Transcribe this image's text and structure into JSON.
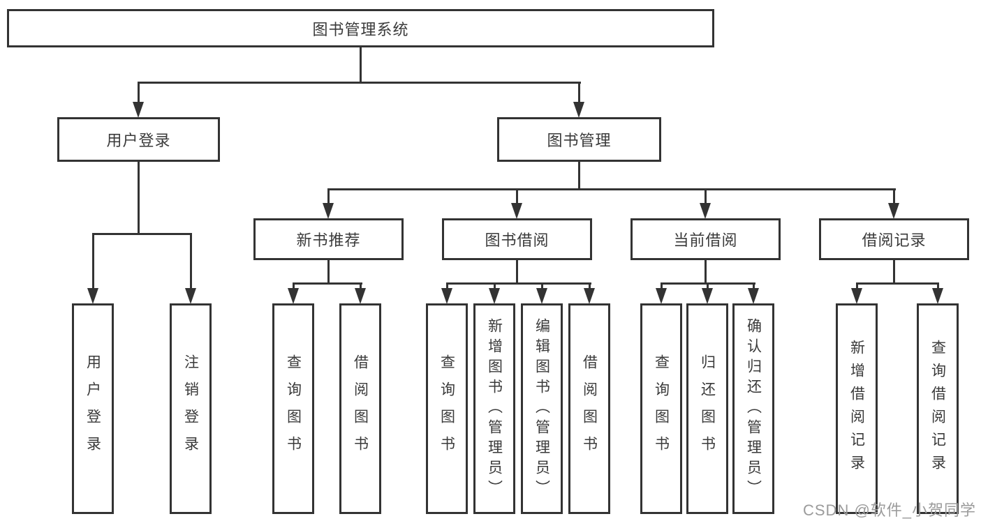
{
  "tree": {
    "root": "图书管理系统",
    "branches": [
      {
        "label": "用户登录",
        "children": [
          "用户登录",
          "注销登录"
        ]
      },
      {
        "label": "图书管理",
        "sections": [
          {
            "label": "新书推荐",
            "children": [
              "查询图书",
              "借阅图书"
            ]
          },
          {
            "label": "图书借阅",
            "children": [
              "查询图书",
              "新增图书（管理员）",
              "编辑图书（管理员）",
              "借阅图书"
            ]
          },
          {
            "label": "当前借阅",
            "children": [
              "查询图书",
              "归还图书",
              "确认归还（管理员）"
            ]
          },
          {
            "label": "借阅记录",
            "children": [
              "新增借阅记录",
              "查询借阅记录"
            ]
          }
        ]
      }
    ]
  },
  "watermark": "CSDN @软件_小贺同学",
  "colors": {
    "line": "#333333",
    "text": "#3a3a3a",
    "watermark": "#9b9b9b",
    "background": "#ffffff"
  }
}
